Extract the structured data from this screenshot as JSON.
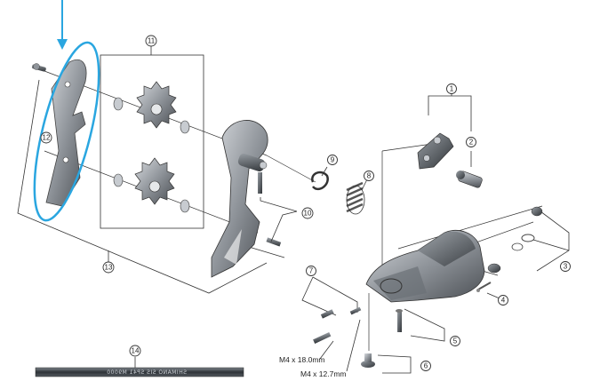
{
  "callouts": [
    {
      "id": "1",
      "label": "1"
    },
    {
      "id": "2",
      "label": "2"
    },
    {
      "id": "3",
      "label": "3"
    },
    {
      "id": "4",
      "label": "4"
    },
    {
      "id": "5",
      "label": "5"
    },
    {
      "id": "6",
      "label": "6"
    },
    {
      "id": "7",
      "label": "7"
    },
    {
      "id": "8",
      "label": "8"
    },
    {
      "id": "9",
      "label": "9"
    },
    {
      "id": "10",
      "label": "10"
    },
    {
      "id": "11",
      "label": "11"
    },
    {
      "id": "12",
      "label": "12"
    },
    {
      "id": "13",
      "label": "13"
    },
    {
      "id": "14",
      "label": "14"
    }
  ],
  "dimensions": {
    "bolt_long": "M4 x 18.0mm",
    "bolt_short": "M4 x 12.7mm"
  },
  "cable_print": "SHIMANO SIS SP41 M9000",
  "colors": {
    "highlight": "#2aa6e0",
    "part_dark": "#3b3f44",
    "part_mid": "#8a8f95",
    "part_light": "#c7cbd0",
    "line": "#333333"
  }
}
